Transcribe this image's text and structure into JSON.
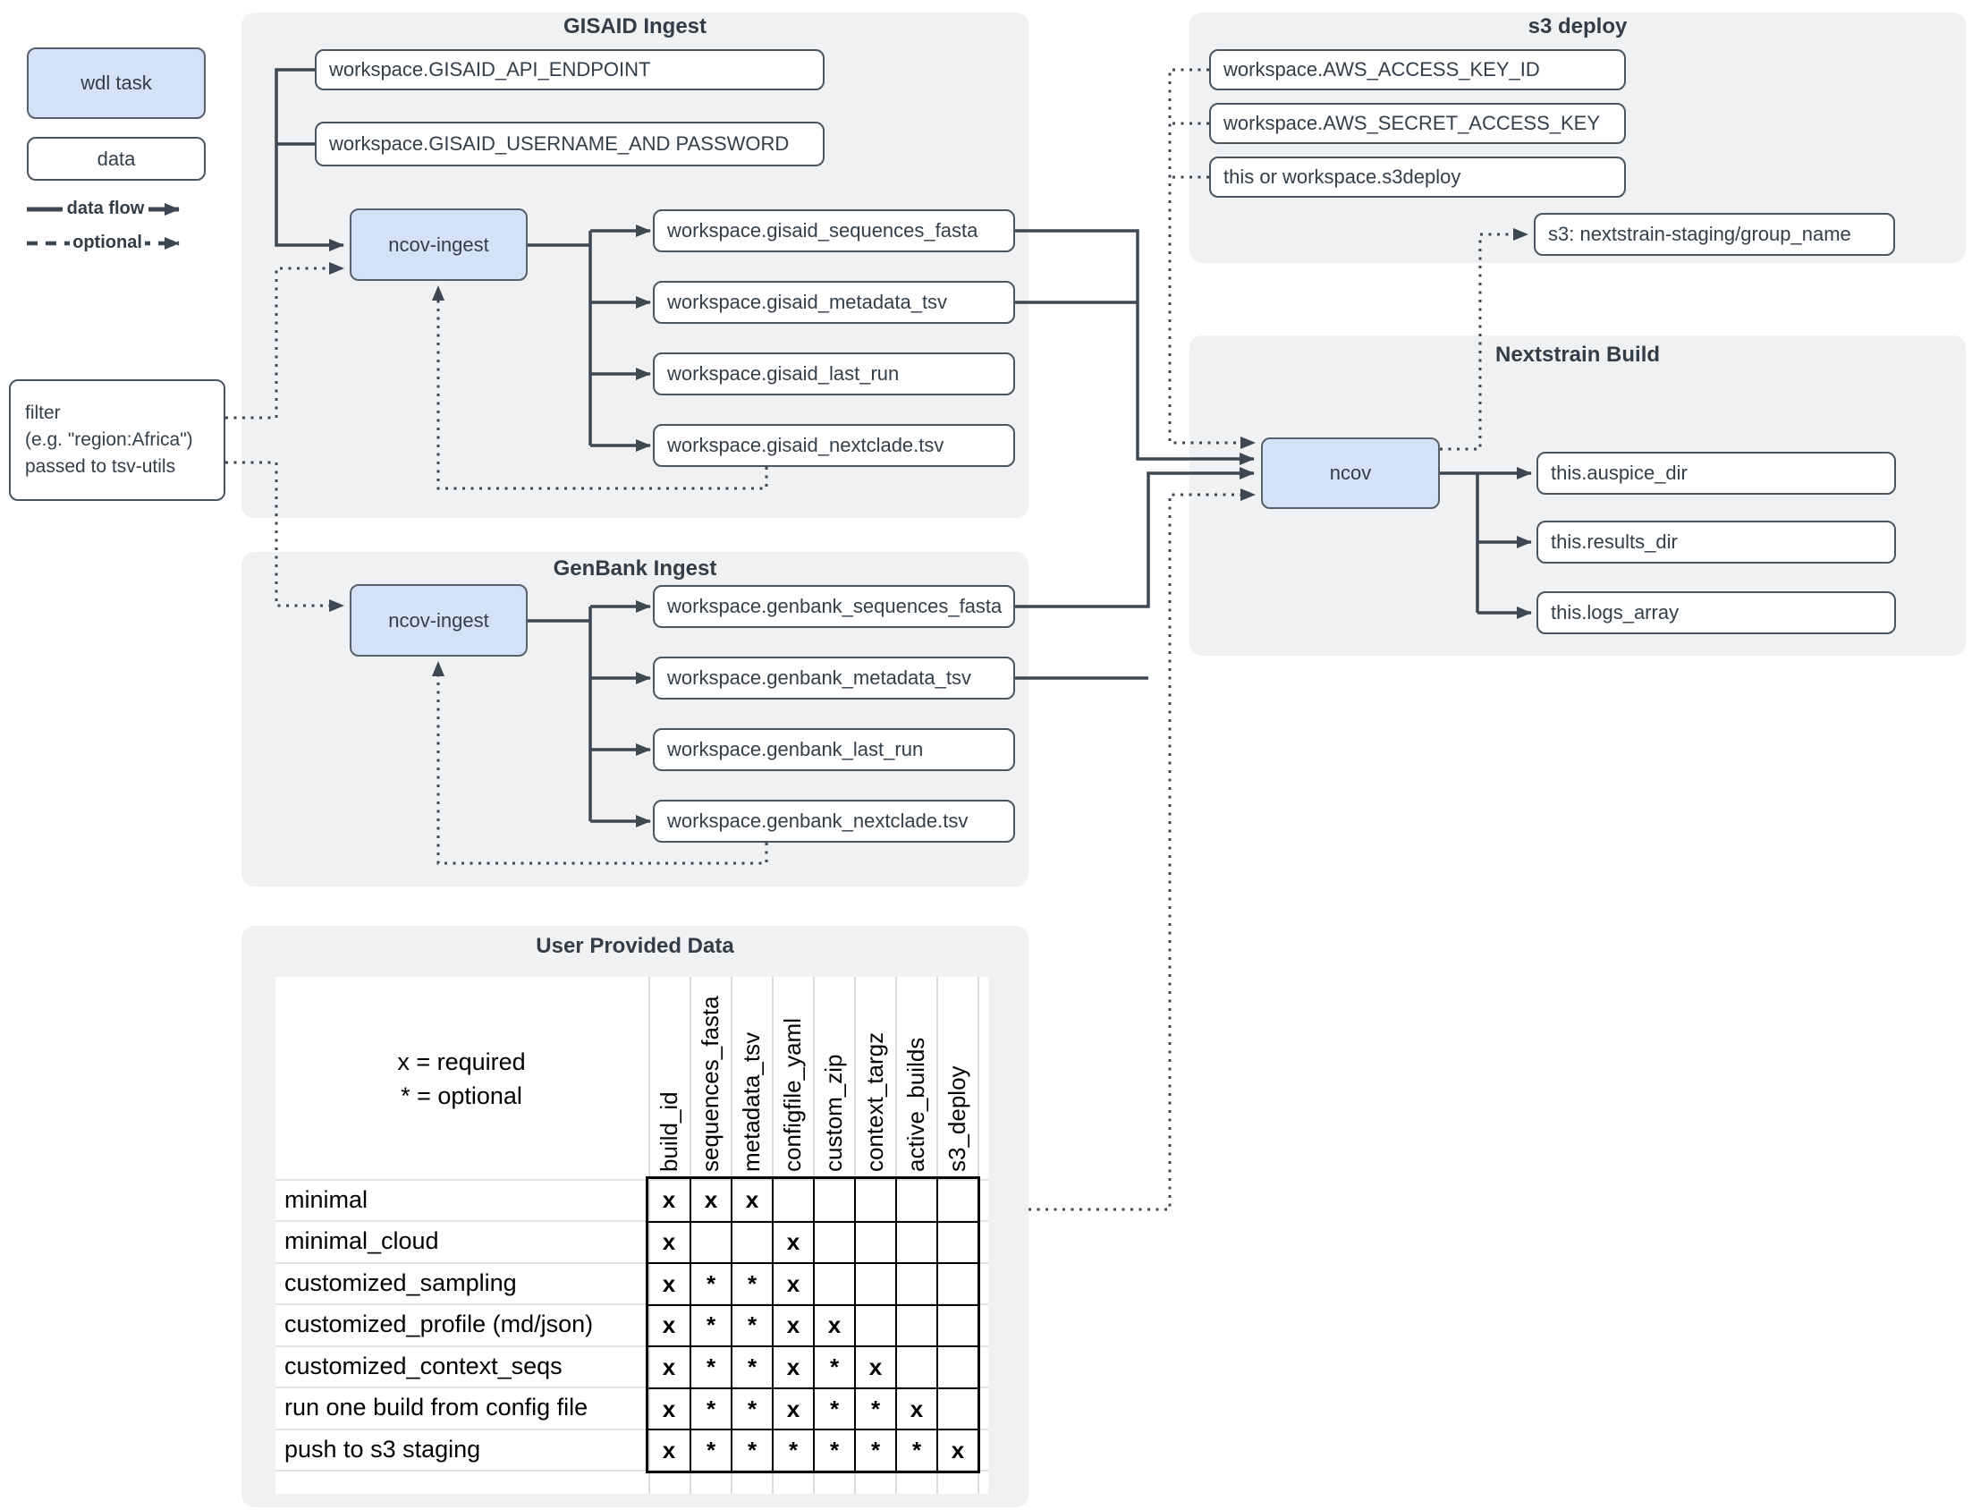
{
  "legend": {
    "wdl_task_label": "wdl task",
    "data_label": "data",
    "data_flow_label": "data flow",
    "optional_label": "optional"
  },
  "filter_note": {
    "lines": [
      "filter",
      "(e.g. \"region:Africa\")",
      "passed to tsv-utils"
    ]
  },
  "gisaid": {
    "title": "GISAID Ingest",
    "inputs": [
      "workspace.GISAID_API_ENDPOINT",
      "workspace.GISAID_USERNAME_AND PASSWORD"
    ],
    "task": "ncov-ingest",
    "outputs": [
      "workspace.gisaid_sequences_fasta",
      "workspace.gisaid_metadata_tsv",
      "workspace.gisaid_last_run",
      "workspace.gisaid_nextclade.tsv"
    ]
  },
  "genbank": {
    "title": "GenBank Ingest",
    "task": "ncov-ingest",
    "outputs": [
      "workspace.genbank_sequences_fasta",
      "workspace.genbank_metadata_tsv",
      "workspace.genbank_last_run",
      "workspace.genbank_nextclade.tsv"
    ]
  },
  "s3_deploy": {
    "title": "s3 deploy",
    "inputs": [
      "workspace.AWS_ACCESS_KEY_ID",
      "workspace.AWS_SECRET_ACCESS_KEY",
      "this or workspace.s3deploy"
    ],
    "target": "s3: nextstrain-staging/group_name"
  },
  "nextstrain_build": {
    "title": "Nextstrain Build",
    "task": "ncov",
    "outputs": [
      "this.auspice_dir",
      "this.results_dir",
      "this.logs_array"
    ]
  },
  "user_table": {
    "title": "User Provided Data",
    "key_lines": [
      "x = required",
      "* = optional"
    ],
    "columns": [
      "build_id",
      "sequences_fasta",
      "metadata_tsv",
      "configfile_yaml",
      "custom_zip",
      "context_targz",
      "active_builds",
      "s3_deploy"
    ],
    "rows": [
      {
        "label": "minimal",
        "marks": [
          "x",
          "x",
          "x",
          "",
          "",
          "",
          "",
          ""
        ]
      },
      {
        "label": "minimal_cloud",
        "marks": [
          "x",
          "",
          "",
          "x",
          "",
          "",
          "",
          ""
        ]
      },
      {
        "label": "customized_sampling",
        "marks": [
          "x",
          "*",
          "*",
          "x",
          "",
          "",
          "",
          ""
        ]
      },
      {
        "label": "customized_profile (md/json)",
        "marks": [
          "x",
          "*",
          "*",
          "x",
          "x",
          "",
          "",
          ""
        ]
      },
      {
        "label": "customized_context_seqs",
        "marks": [
          "x",
          "*",
          "*",
          "x",
          "*",
          "x",
          "",
          ""
        ]
      },
      {
        "label": "run one build from config file",
        "marks": [
          "x",
          "*",
          "*",
          "x",
          "*",
          "*",
          "x",
          ""
        ]
      },
      {
        "label": "push to s3 staging",
        "marks": [
          "x",
          "*",
          "*",
          "*",
          "*",
          "*",
          "*",
          "x"
        ]
      }
    ]
  },
  "colors": {
    "task_fill": "#d3e2f6",
    "line": "#3d4852",
    "panel_bg": "#f0f1f2"
  }
}
